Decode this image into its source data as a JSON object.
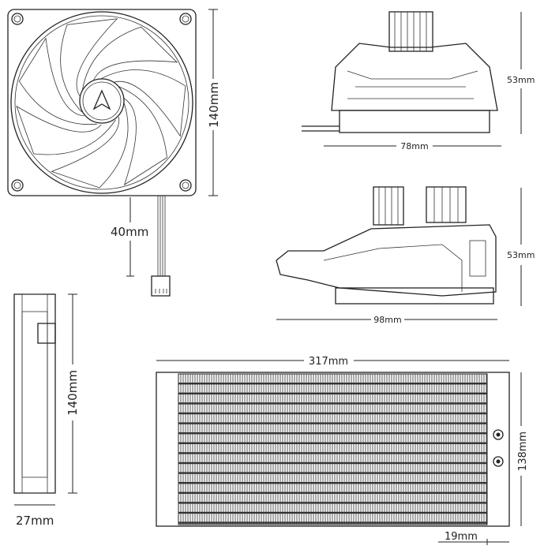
{
  "dimensions": {
    "fan_size": "140mm",
    "cable_length": "40mm",
    "pump_top_width": "78mm",
    "pump_top_height": "53mm",
    "pump_side_height": "53mm",
    "pump_side_width": "98mm",
    "radiator_length": "317mm",
    "fan_side_height": "140mm",
    "fan_thickness": "27mm",
    "radiator_height": "138mm",
    "radiator_endcap": "19mm"
  },
  "colors": {
    "line": "#222222",
    "background": "#ffffff"
  }
}
